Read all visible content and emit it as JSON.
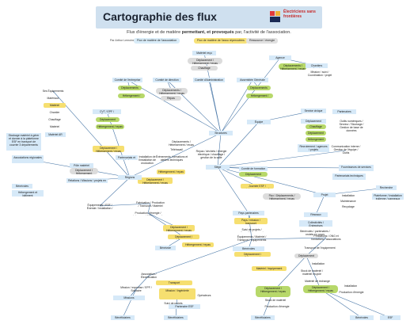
{
  "header": {
    "title": "Cartographie des flux",
    "logo_text": "Électriciens sans frontières",
    "subtitle_before": "Flux d'énergie et de matière ",
    "subtitle_bold": "permettant, et provoqués",
    "subtitle_after": " par, l'activité de l'association."
  },
  "legend": {
    "author": "Par Arthur Lemoine 2022",
    "item_1": "Flux de matière de l'association",
    "item_2": "Flux de matière de l'asso répercutées",
    "item_3": "Ressource / énergie"
  },
  "diagram": {
    "nodes": [
      {
        "id": "n1",
        "style": "blue",
        "text": "Matériel reçu"
      },
      {
        "id": "n2",
        "style": "grey",
        "text": "Déplacement / Hébergement / repas"
      },
      {
        "id": "n3",
        "style": "grey",
        "text": "Chauffage"
      },
      {
        "id": "n4",
        "style": "blue",
        "text": "Comité de l'entreprise"
      },
      {
        "id": "n5",
        "style": "blue",
        "text": "Comité de direction"
      },
      {
        "id": "n6",
        "style": "blue",
        "text": "Comité d'Administration"
      },
      {
        "id": "n7",
        "style": "blue",
        "text": "Assemblée Générale"
      },
      {
        "id": "n8",
        "style": "blue",
        "text": "Structures"
      },
      {
        "id": "n9",
        "style": "green",
        "text": "Déplacements"
      },
      {
        "id": "n10",
        "style": "green",
        "text": "Hébergement / repas"
      },
      {
        "id": "n11",
        "style": "grey",
        "text": "Déplacements / Hébergement / repas"
      },
      {
        "id": "n12",
        "style": "grey",
        "text": "Repas"
      },
      {
        "id": "n13",
        "style": "green",
        "text": "Déplacements"
      },
      {
        "id": "n14",
        "style": "green",
        "text": "Hébergement / repas"
      },
      {
        "id": "n15",
        "style": "plain",
        "text": "Ses Équipements"
      },
      {
        "id": "n16",
        "style": "plain",
        "text": "Matériaux"
      },
      {
        "id": "n17",
        "style": "yellow",
        "text": "Matériel"
      },
      {
        "id": "n18",
        "style": "plain",
        "text": "Chantier"
      },
      {
        "id": "n19",
        "style": "plain",
        "text": "Chauffage"
      },
      {
        "id": "n20",
        "style": "plain",
        "text": "Matériel"
      },
      {
        "id": "n21",
        "style": "blue",
        "text": "Matériel AR"
      },
      {
        "id": "n22",
        "style": "blue",
        "text": "CVT / EPF / Opération"
      },
      {
        "id": "n23",
        "style": "green",
        "text": "Déplacement"
      },
      {
        "id": "n24",
        "style": "green",
        "text": "Hébergement / repas"
      },
      {
        "id": "n25",
        "style": "blue",
        "text": "Stockage matériel à gérer et donner à la plateforme ESF en transport de courrier 3 départements"
      },
      {
        "id": "n26",
        "style": "yellow",
        "text": "Déplacement / Hébergement / repas"
      },
      {
        "id": "n27",
        "style": "blue",
        "text": "Associations régionales"
      },
      {
        "id": "n28",
        "style": "blue",
        "text": "Pôle matériel"
      },
      {
        "id": "n29",
        "style": "grey",
        "text": "Déplacement / Hébergement"
      },
      {
        "id": "n30",
        "style": "blue",
        "text": "Partenariats et labels"
      },
      {
        "id": "n31",
        "style": "plain",
        "text": "Installation de l'installation de production d'énergie"
      },
      {
        "id": "n32",
        "style": "yellow",
        "text": "Déplacement / Hébergement / repas"
      },
      {
        "id": "n33",
        "style": "blue",
        "text": "Régions"
      },
      {
        "id": "n34",
        "style": "blue",
        "text": "Bénévoles"
      },
      {
        "id": "n35",
        "style": "blue",
        "text": "Hébergement et bâtiment"
      },
      {
        "id": "n36",
        "style": "blue",
        "text": "Relations / Missions / projets en cours"
      },
      {
        "id": "n37",
        "style": "blue",
        "text": "Siège"
      },
      {
        "id": "n38",
        "style": "plain",
        "text": "Déplacements / Hébergement / repas"
      },
      {
        "id": "n39",
        "style": "plain",
        "text": "Télétravail"
      },
      {
        "id": "n40",
        "style": "plain",
        "text": "Événements, formations et ateliers techniques"
      },
      {
        "id": "n41",
        "style": "yellow",
        "text": "Hébergement / repas"
      },
      {
        "id": "n42",
        "style": "plain",
        "text": "Repas / déchets / énergie électrique / chauffage / gestion de la salle"
      },
      {
        "id": "n43",
        "style": "blue",
        "text": "Comité de formation"
      },
      {
        "id": "n44",
        "style": "green",
        "text": "Déplacement"
      },
      {
        "id": "n45",
        "style": "yellow",
        "text": "Journée ESF / événement régional"
      },
      {
        "id": "n46",
        "style": "blue",
        "text": "Agence"
      },
      {
        "id": "n47",
        "style": "green",
        "text": "Déplacements / Hébergement / repas"
      },
      {
        "id": "n48",
        "style": "blue",
        "text": "Chantiers fermé"
      },
      {
        "id": "n49",
        "style": "plain",
        "text": "Mission / suivi / Coordination / projet"
      },
      {
        "id": "n50",
        "style": "blue",
        "text": "Équipe permanente"
      },
      {
        "id": "n51",
        "style": "blue",
        "text": "Service civique"
      },
      {
        "id": "n52",
        "style": "blue",
        "text": "Déplacement"
      },
      {
        "id": "n53",
        "style": "green",
        "text": "Chauffage"
      },
      {
        "id": "n54",
        "style": "green",
        "text": "Déplacement"
      },
      {
        "id": "n55",
        "style": "green",
        "text": "Hébergement / repas"
      },
      {
        "id": "n56",
        "style": "blue",
        "text": "Recrutement / agences / projets"
      },
      {
        "id": "n57",
        "style": "plain",
        "text": "Communication interne / Gestion de l'équipe / Outils"
      },
      {
        "id": "n58",
        "style": "plain",
        "text": "Outils numériques / Serveur / Stockage / Gestion de base de données"
      },
      {
        "id": "n59",
        "style": "blue",
        "text": "Partenaires"
      },
      {
        "id": "n60",
        "style": "blue",
        "text": "Fournisseurs de services"
      },
      {
        "id": "n61",
        "style": "blue",
        "text": "Partenariats techniques"
      },
      {
        "id": "n62",
        "style": "blue",
        "text": "Recherche"
      },
      {
        "id": "n63",
        "style": "blue",
        "text": "Plateforme / Installation éolienne / panneaux"
      },
      {
        "id": "n64",
        "style": "plain",
        "text": "Installation"
      },
      {
        "id": "n65",
        "style": "plain",
        "text": "Maintenance"
      },
      {
        "id": "n66",
        "style": "plain",
        "text": "Recyclage"
      },
      {
        "id": "n67",
        "style": "blue",
        "text": "Projet"
      },
      {
        "id": "n68",
        "style": "grey",
        "text": "Flux / Déplacements / Hébergement / repas"
      },
      {
        "id": "n69",
        "style": "plain",
        "text": "Équipements / ESF / Énergie / Installation / Matériel"
      },
      {
        "id": "n70",
        "style": "plain",
        "text": "Fabrication / Production / Transport / Matériel"
      },
      {
        "id": "n71",
        "style": "plain",
        "text": "Production d'énergie / maintenance / MPE / recyclage"
      },
      {
        "id": "n72",
        "style": "yellow",
        "text": "Déplacement / Hébergement / repas"
      },
      {
        "id": "n73",
        "style": "yellow",
        "text": "Déplacement / Hébergement"
      },
      {
        "id": "n74",
        "style": "yellow",
        "text": "Hébergement / repas"
      },
      {
        "id": "n75",
        "style": "blue",
        "text": "Bénévole"
      },
      {
        "id": "n76",
        "style": "blue",
        "text": "Pays partenaires"
      },
      {
        "id": "n77",
        "style": "yellow",
        "text": "Pays / mission / transport"
      },
      {
        "id": "n78",
        "style": "plain",
        "text": "Suivi de projets / dispositifs transport"
      },
      {
        "id": "n79",
        "style": "plain",
        "text": "Équipements / Matériel / Transport / équipements"
      },
      {
        "id": "n80",
        "style": "blue",
        "text": "Bénévoles"
      },
      {
        "id": "n81",
        "style": "yellow",
        "text": "Déplacement / Hébergement"
      },
      {
        "id": "n82",
        "style": "yellow",
        "text": "Matériel / équipement"
      },
      {
        "id": "n83",
        "style": "plain",
        "text": "Prestations / ONG et fondations / associations"
      },
      {
        "id": "n84",
        "style": "plain",
        "text": "Transport de l'équipement"
      },
      {
        "id": "n85",
        "style": "grey",
        "text": "Déplacement"
      },
      {
        "id": "n86",
        "style": "plain",
        "text": "Installation"
      },
      {
        "id": "n87",
        "style": "plain",
        "text": "Stock de matériel / matériel recyclé"
      },
      {
        "id": "n88",
        "style": "plain",
        "text": "Matériel de rechange"
      },
      {
        "id": "n89",
        "style": "green",
        "text": "Déplacement / Hébergement / repas"
      },
      {
        "id": "n90",
        "style": "plain",
        "text": "Installation"
      },
      {
        "id": "n91",
        "style": "plain",
        "text": "Production d'énergie"
      },
      {
        "id": "n92",
        "style": "blue",
        "text": "Bénéficiaires"
      },
      {
        "id": "n93",
        "style": "blue",
        "text": "Bénéficiaires"
      },
      {
        "id": "n94",
        "style": "blue",
        "text": "Bénéficiaires"
      },
      {
        "id": "n95",
        "style": "plain",
        "text": "Association / Électrification"
      },
      {
        "id": "n96",
        "style": "yellow",
        "text": "Transport"
      },
      {
        "id": "n97",
        "style": "plain",
        "text": "Mission / expertise / EPF / Solidaire"
      },
      {
        "id": "n98",
        "style": "blue",
        "text": "Missions"
      },
      {
        "id": "n99",
        "style": "yellow",
        "text": "Mission / Ingénierie"
      },
      {
        "id": "n100",
        "style": "plain",
        "text": "Suivi de projets"
      },
      {
        "id": "n101",
        "style": "blue",
        "text": "Partenaire ESF"
      },
      {
        "id": "n102",
        "style": "plain",
        "text": "Opérateurs"
      },
      {
        "id": "n103",
        "style": "green",
        "text": "Déplacement / Hébergement / repas"
      },
      {
        "id": "n104",
        "style": "plain",
        "text": "Stock de matériel"
      },
      {
        "id": "n105",
        "style": "plain",
        "text": "Production d'énergie"
      },
      {
        "id": "n106",
        "style": "blue",
        "text": "Réseaux"
      },
      {
        "id": "n107",
        "style": "blue",
        "text": "Collectivités / Entreprises"
      },
      {
        "id": "n108",
        "style": "plain",
        "text": "Bénévoles / partenaires / projets en cours"
      },
      {
        "id": "n109",
        "style": "blue",
        "text": "Bénévoles"
      },
      {
        "id": "n110",
        "style": "blue",
        "text": "ESF"
      }
    ]
  }
}
